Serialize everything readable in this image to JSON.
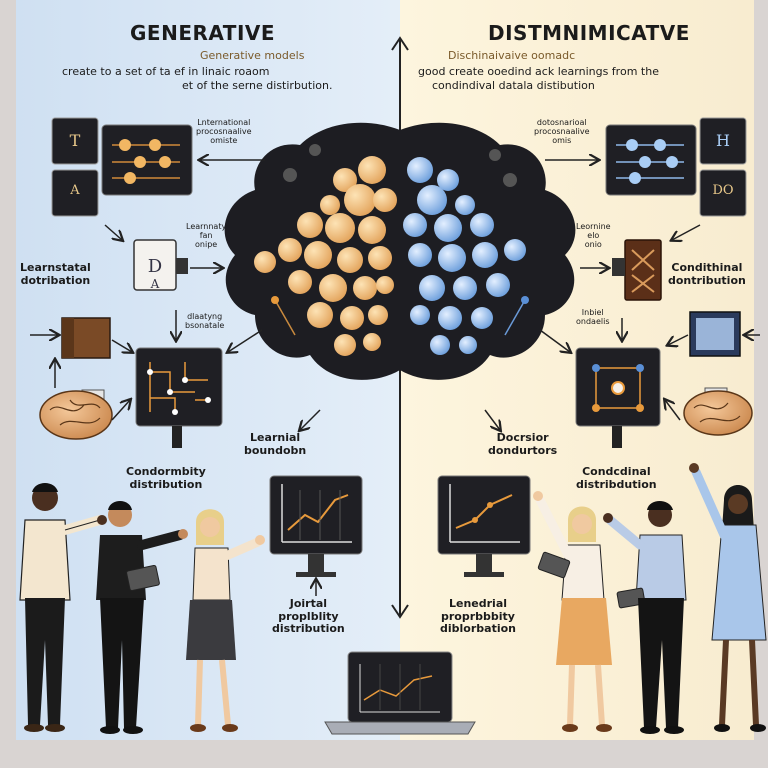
{
  "left": {
    "title": "GENERATIVE",
    "subtitle": "Generative models",
    "description_line1": "create to a set of ta ef in linaic roaom",
    "description_line2": "et of the serne distirbution.",
    "screen_letters": [
      "T",
      "A"
    ],
    "annotation_top": "Lnternational\nprocosnaalive\nomiste",
    "annotation_learning": "Learnnaty\nfan\nonipe",
    "label_learnstatal": "Learnstatal\ndotribation",
    "annotation_reasoning": "dlaatyng\nbsonatale",
    "label_learnial": "Learnial\nboundobn",
    "label_conformity": "Condormbity\ndistribution",
    "label_joint": "Joirtal\nproplblity\ndistribution"
  },
  "right": {
    "title": "DISTMNIMICATVE",
    "subtitle": "Dischinaivaive oomadc",
    "description_line1": "good create ooedind ack learnings from the",
    "description_line2": "condindival datala distibution",
    "screen_letters": [
      "H",
      "DO"
    ],
    "annotation_top": "dotosnarioal\nprocosnaalive\nomis",
    "annotation_learning": "Leornine\nelo\nonio",
    "label_conditional_top": "Condithinal\ndontribution",
    "annotation_mid": "Inbiel\nondaelis",
    "label_decision": "Docrsior\ndondurtors",
    "label_conditional": "Condcdinal\ndistribdution",
    "label_leneral": "Lenedrial\nproprbbbity\ndiblorbation"
  },
  "colors": {
    "left_bg": "#d9e7f5",
    "right_bg": "#fbf2d8",
    "left_blob": "#f2c17a",
    "right_blob": "#8fb9ea",
    "panel_dark": "#1f1f24",
    "accent_orange": "#e89a3c",
    "accent_blue": "#5a8fd6"
  }
}
